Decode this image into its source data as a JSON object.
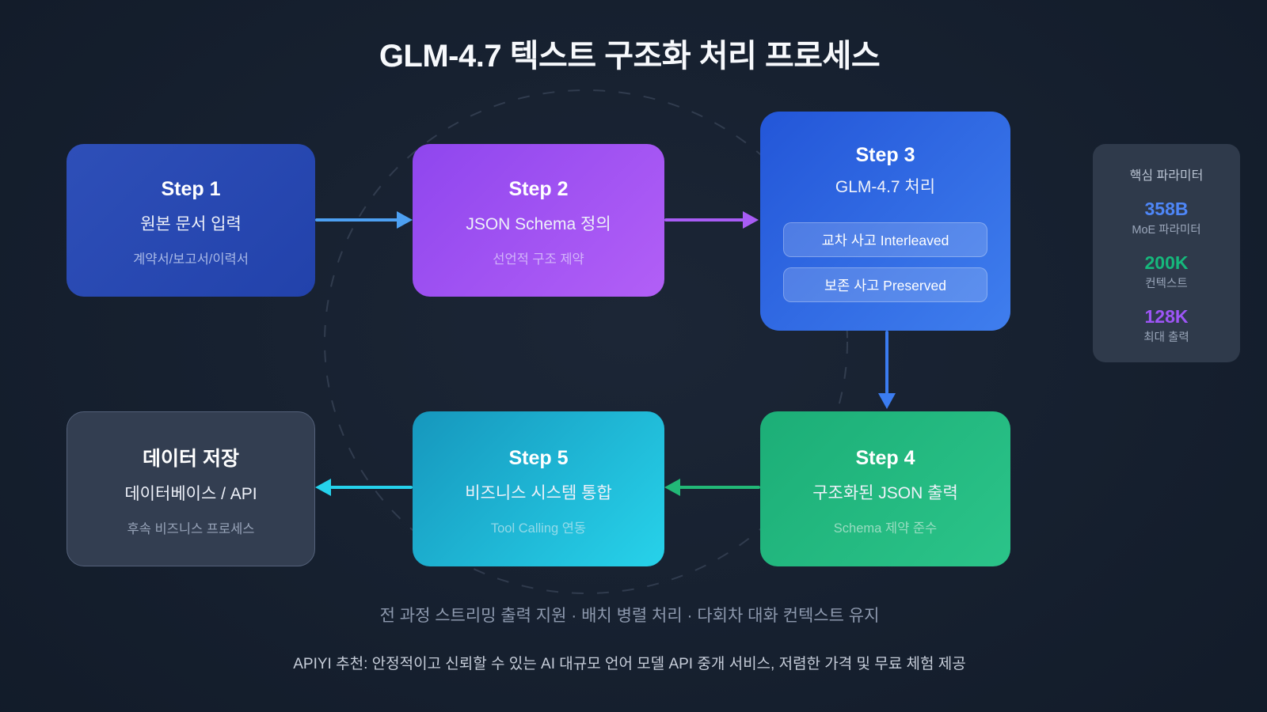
{
  "title": "GLM-4.7 텍스트 구조화 처리 프로세스",
  "steps": {
    "step1": {
      "heading": "Step 1",
      "subtitle": "원본 문서 입력",
      "caption": "계약서/보고서/이력서"
    },
    "step2": {
      "heading": "Step 2",
      "subtitle": "JSON Schema 정의",
      "caption": "선언적 구조 제약"
    },
    "step3": {
      "heading": "Step 3",
      "subtitle": "GLM-4.7 처리",
      "pills": [
        "교차 사고 Interleaved",
        "보존 사고 Preserved"
      ]
    },
    "step4": {
      "heading": "Step 4",
      "subtitle": "구조화된 JSON 출력",
      "caption": "Schema 제약 준수"
    },
    "step5": {
      "heading": "Step 5",
      "subtitle": "비즈니스 시스템 통합",
      "caption": "Tool Calling 연동"
    },
    "storage": {
      "heading": "데이터 저장",
      "subtitle": "데이터베이스 / API",
      "caption": "후속 비즈니스 프로세스"
    }
  },
  "params_panel": {
    "header": "핵심 파라미터",
    "stats": [
      {
        "value": "358B",
        "label": "MoE 파라미터",
        "color": "#4e86f7"
      },
      {
        "value": "200K",
        "label": "컨텍스트",
        "color": "#16b87c"
      },
      {
        "value": "128K",
        "label": "최대 출력",
        "color": "#9d55f6"
      }
    ]
  },
  "arrows": {
    "step1_to_step2": {
      "color": "#4da0f2"
    },
    "step2_to_step3": {
      "color": "#a85cf5"
    },
    "step3_to_step4": {
      "color": "#3b7cf0"
    },
    "step4_to_step5": {
      "color": "#22b877"
    },
    "step5_to_storage": {
      "color": "#25d2ec"
    }
  },
  "footer": {
    "line1": "전 과정 스트리밍 출력 지원 · 배치 병렬 처리 · 다회차 대화 컨텍스트 유지",
    "line2": "APIYI 추천: 안정적이고 신뢰할 수 있는 AI 대규모 언어 모델 API 중개 서비스, 저렴한 가격 및 무료 체험 제공"
  }
}
